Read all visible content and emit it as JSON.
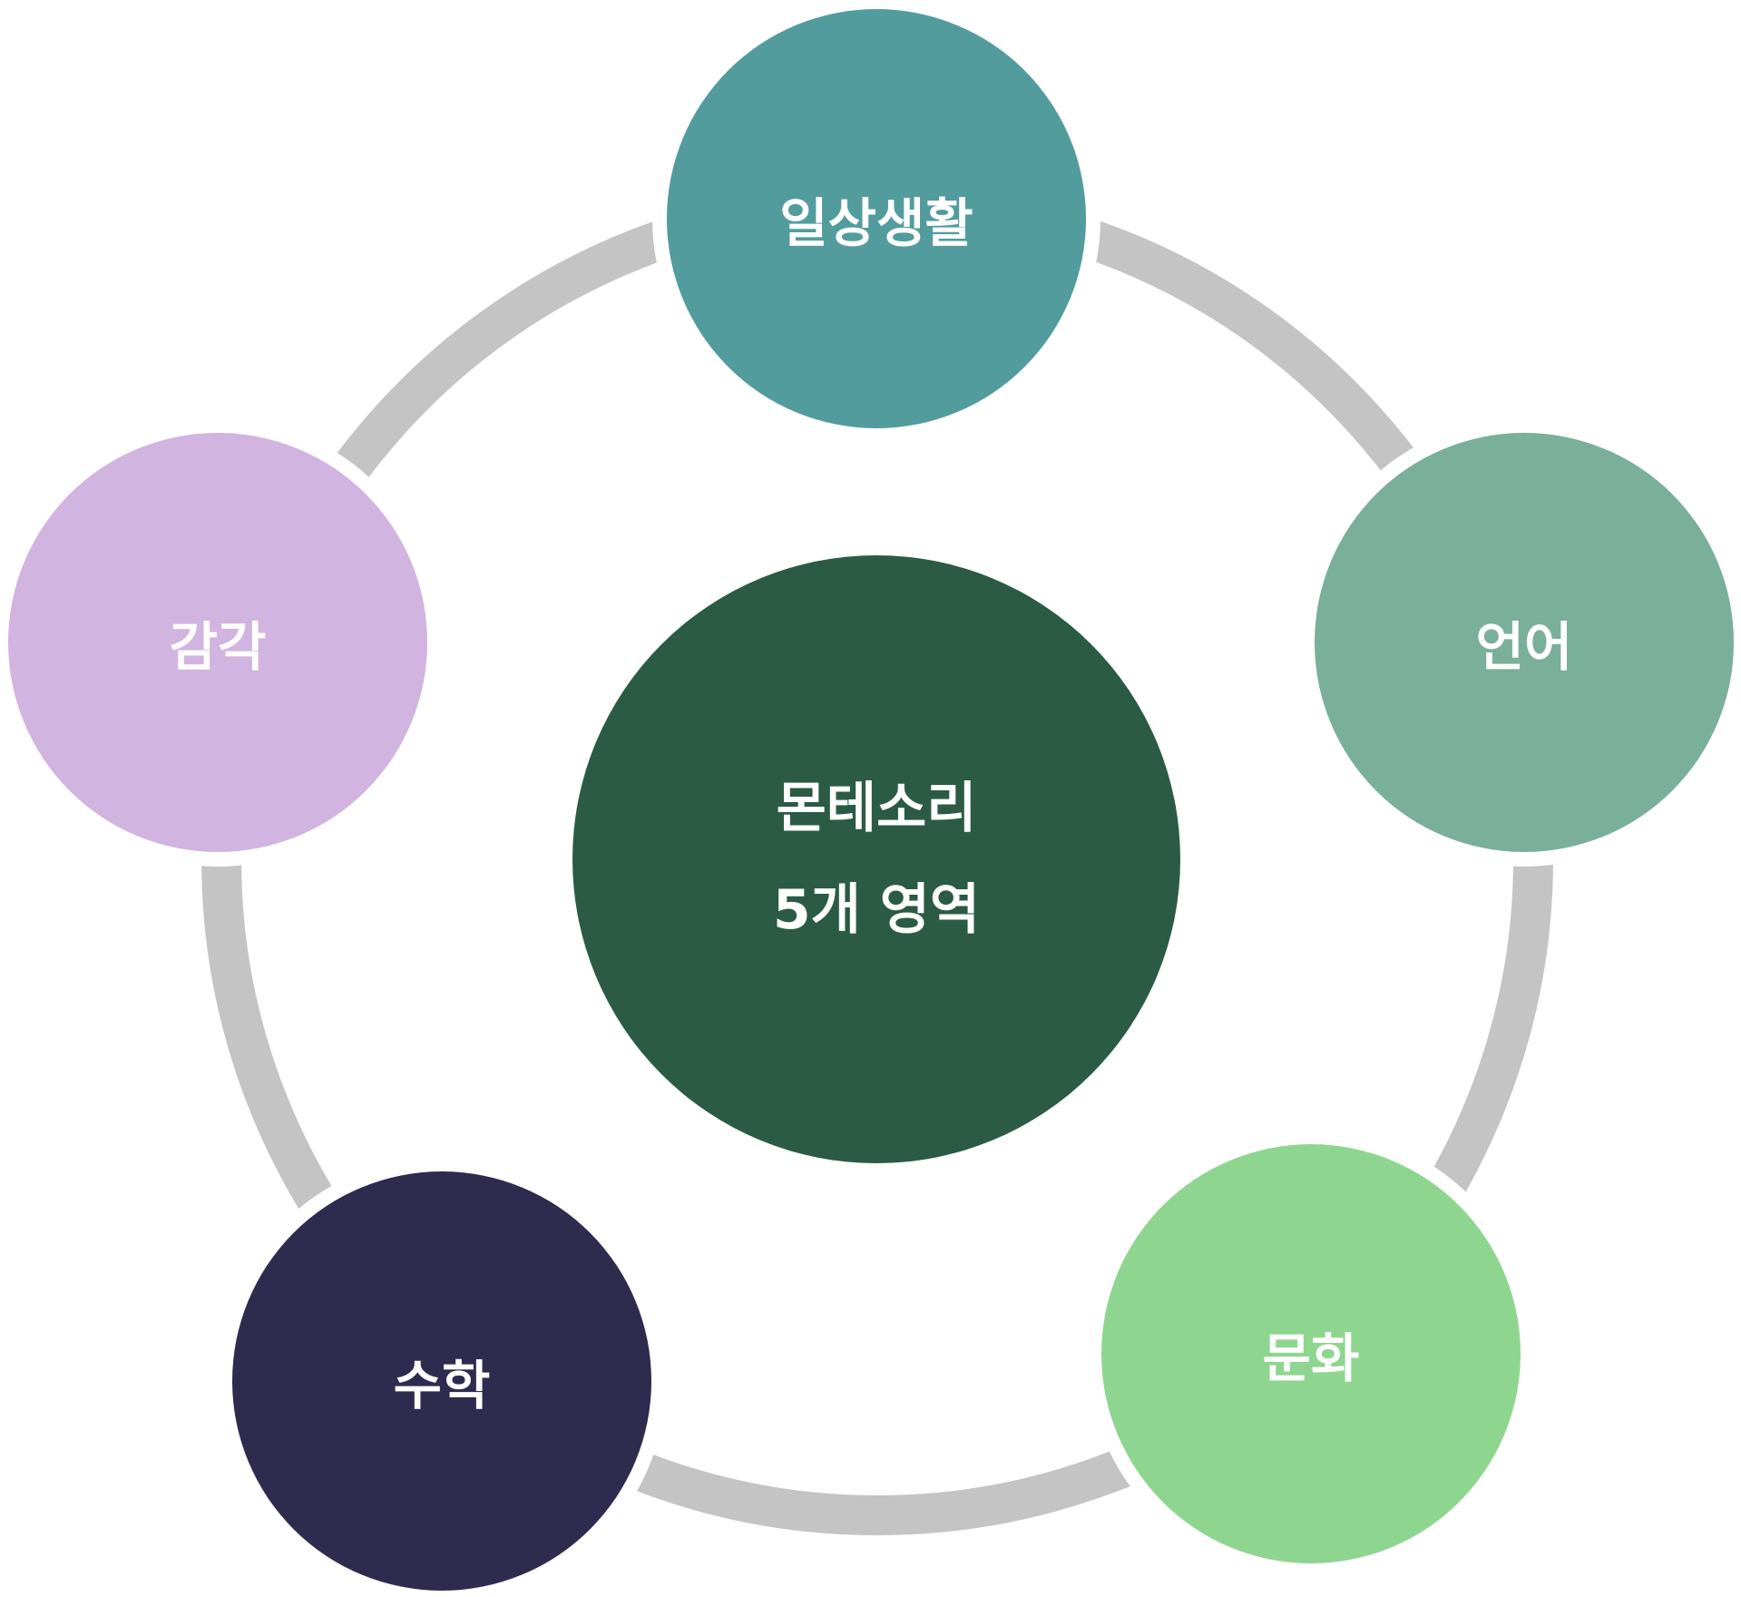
{
  "diagram": {
    "center": {
      "line1": "몬테소리",
      "line2": "5개 영역",
      "color": "#2b5b45"
    },
    "areas": [
      {
        "label": "일상생활",
        "color": "#529c9d"
      },
      {
        "label": "언어",
        "color": "#7aaf9b"
      },
      {
        "label": "문화",
        "color": "#8ed68f"
      },
      {
        "label": "수학",
        "color": "#2e2b4f"
      },
      {
        "label": "감각",
        "color": "#d1b4df"
      }
    ],
    "ring_color": "#c4c4c4"
  }
}
